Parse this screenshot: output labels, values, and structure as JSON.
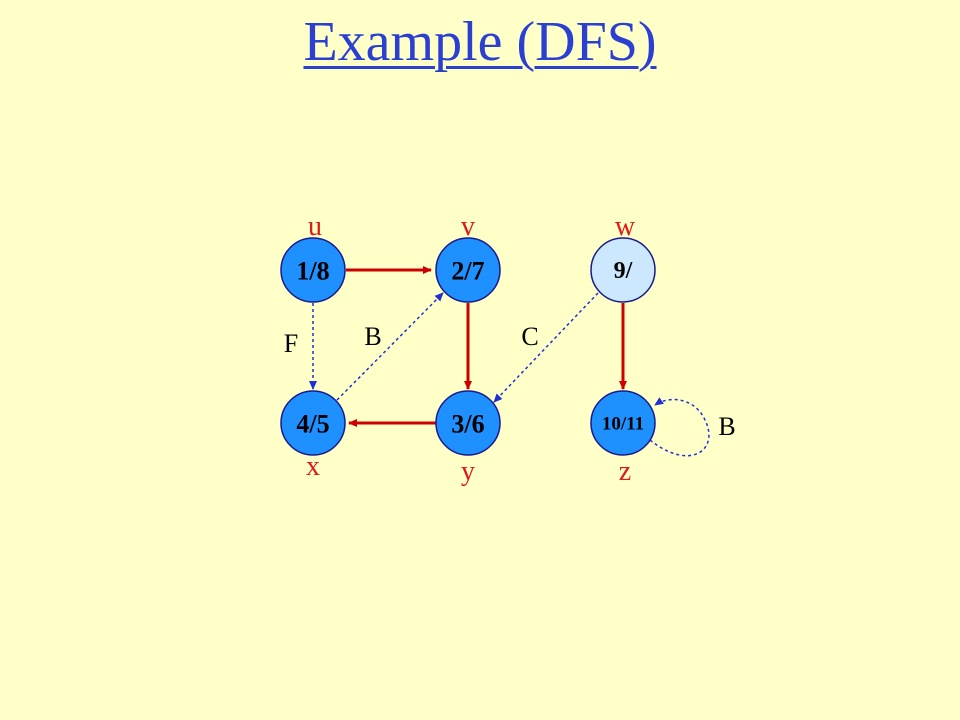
{
  "slide": {
    "title": "Example (DFS)"
  },
  "graph": {
    "colors": {
      "discovered_node": "#1e90ff",
      "current_node": "#cce8ff",
      "tree_edge": "#cc0000",
      "nontree_edge": "#1f2fd6"
    },
    "vertices": [
      {
        "id": "u",
        "name": "u",
        "times": "1/8"
      },
      {
        "id": "v",
        "name": "v",
        "times": "2/7"
      },
      {
        "id": "w",
        "name": "w",
        "times": "9/"
      },
      {
        "id": "x",
        "name": "x",
        "times": "4/5"
      },
      {
        "id": "y",
        "name": "y",
        "times": "3/6"
      },
      {
        "id": "z",
        "name": "z",
        "times": "10/11"
      }
    ],
    "edges": [
      {
        "from": "u",
        "to": "v",
        "kind": "tree",
        "label": ""
      },
      {
        "from": "v",
        "to": "y",
        "kind": "tree",
        "label": ""
      },
      {
        "from": "y",
        "to": "x",
        "kind": "tree",
        "label": ""
      },
      {
        "from": "w",
        "to": "z",
        "kind": "tree",
        "label": ""
      },
      {
        "from": "u",
        "to": "x",
        "kind": "forward",
        "label": "F"
      },
      {
        "from": "x",
        "to": "v",
        "kind": "back",
        "label": "B"
      },
      {
        "from": "w",
        "to": "y",
        "kind": "cross",
        "label": "C"
      },
      {
        "from": "z",
        "to": "z",
        "kind": "back",
        "label": "B"
      }
    ]
  }
}
